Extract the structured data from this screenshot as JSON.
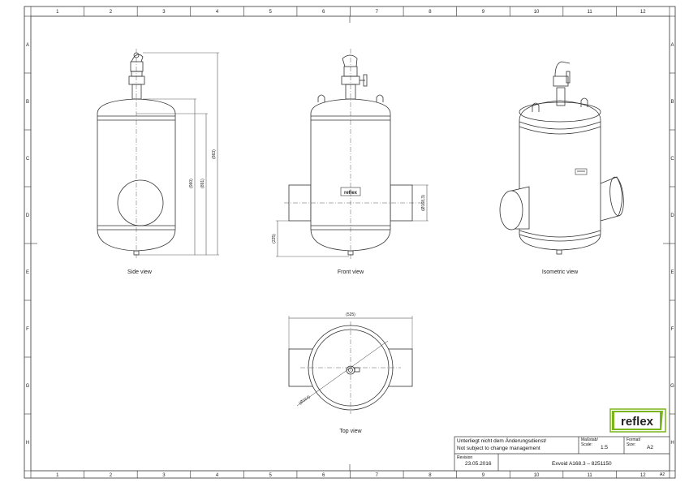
{
  "frame": {
    "columns": [
      "1",
      "2",
      "3",
      "4",
      "5",
      "6",
      "7",
      "8",
      "9",
      "10",
      "11",
      "12"
    ],
    "rows": [
      "A",
      "B",
      "C",
      "D",
      "E",
      "F",
      "G",
      "H"
    ]
  },
  "views": {
    "side": {
      "label": "Side view",
      "dims": [
        "(960)",
        "(891)",
        "(863)"
      ]
    },
    "front": {
      "label": "Front view",
      "dims": [
        "(225)",
        "(Ø168,3)"
      ]
    },
    "iso": {
      "label": "Isometric view"
    },
    "top": {
      "label": "Top view",
      "dims": [
        "(525)",
        "(Ø324)"
      ]
    },
    "nameplate": "reflex"
  },
  "title_block": {
    "note_de": "Unterliegt nicht dem Änderungsdienst/",
    "note_en": "Not subject to change management",
    "scale_label": "Maßstab/",
    "scale_label2": "Scale:",
    "scale_value": "1:5",
    "format_label": "Format/",
    "format_label2": "Size:",
    "format_value": "A2",
    "revision_label": "Revision",
    "revision_date": "23.05.2016",
    "product": "Exvoid A168.3  –  8251150",
    "corner_size": "A2"
  },
  "logo": {
    "text": "reflex",
    "brand_color": "#7ab51d",
    "text_color": "#2b2b2b"
  }
}
